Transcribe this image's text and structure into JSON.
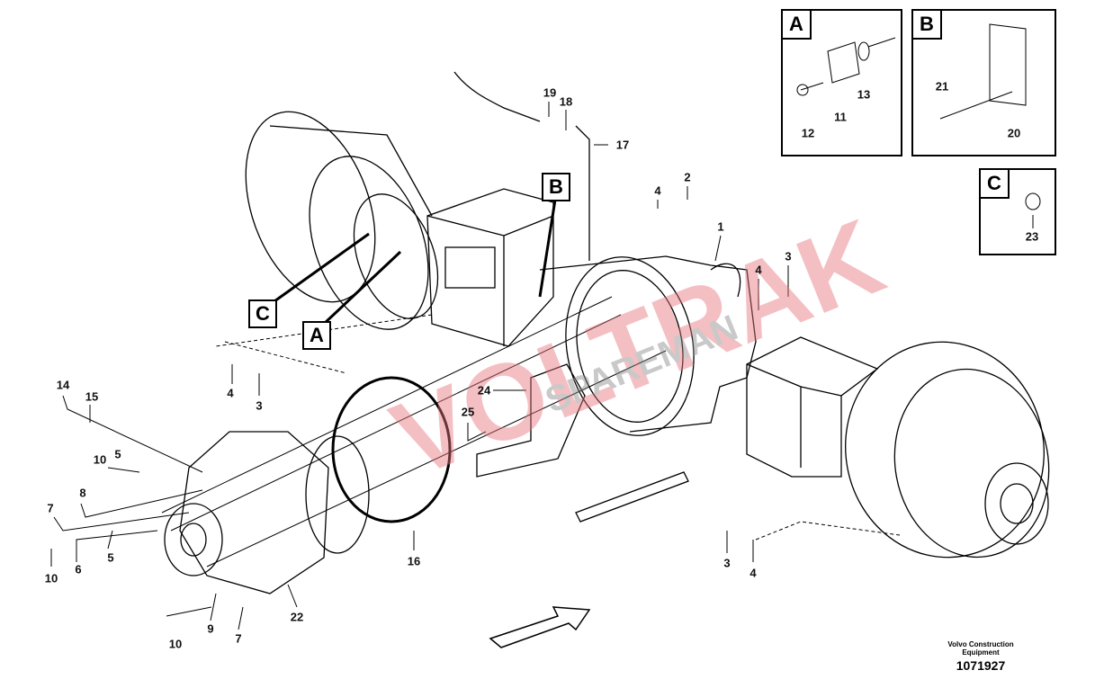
{
  "watermark": {
    "line1": "VOLTRAK",
    "line2": "SPAREMAN",
    "color": "#e8737a"
  },
  "insets": [
    {
      "letter": "A",
      "labels": [
        "13",
        "11",
        "12"
      ]
    },
    {
      "letter": "B",
      "labels": [
        "21",
        "20"
      ]
    },
    {
      "letter": "C",
      "labels": [
        "23"
      ]
    }
  ],
  "detail_refs": {
    "a": "A",
    "b": "B",
    "c": "C"
  },
  "callouts": {
    "c19": "19",
    "c18": "18",
    "c17": "17",
    "c4a": "4",
    "c2": "2",
    "c1": "1",
    "c4b": "4",
    "c3a": "3",
    "c4c": "4",
    "c3b": "3",
    "c14": "14",
    "c15": "15",
    "c10a": "10",
    "c5a": "5",
    "c8": "8",
    "c7a": "7",
    "c5b": "5",
    "c10b": "10",
    "c6": "6",
    "c24": "24",
    "c25": "25",
    "c16": "16",
    "c22": "22",
    "c9": "9",
    "c10c": "10",
    "c7b": "7",
    "c3c": "3",
    "c4d": "4"
  },
  "credit": {
    "company": "Volvo Construction Equipment",
    "number": "1071927"
  }
}
